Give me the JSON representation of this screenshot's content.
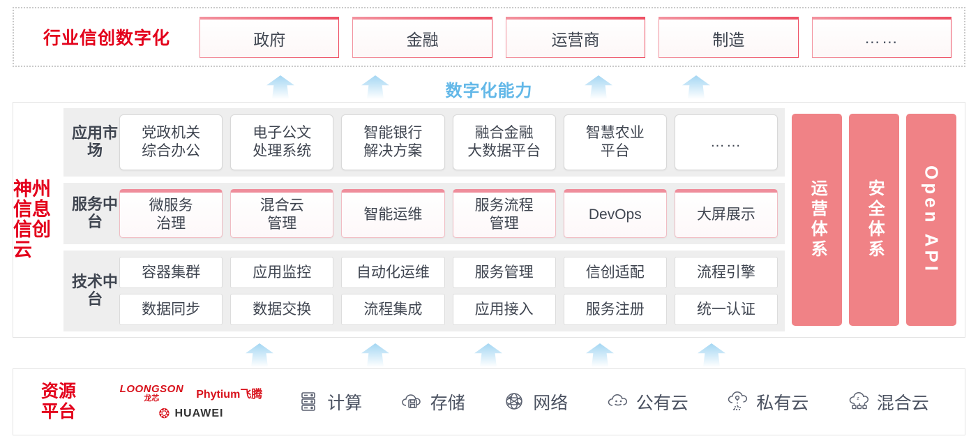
{
  "industry": {
    "title": "行业信创数字化",
    "boxes": [
      {
        "label": "政府",
        "name": "industry-box-government"
      },
      {
        "label": "金融",
        "name": "industry-box-finance"
      },
      {
        "label": "运营商",
        "name": "industry-box-carrier"
      },
      {
        "label": "制造",
        "name": "industry-box-manufacturing"
      },
      {
        "label": "……",
        "name": "industry-box-more"
      }
    ]
  },
  "capability": {
    "label": "数字化能力",
    "arrow_color": "#9fd4f2"
  },
  "cloud": {
    "title": "神州信息信创云",
    "rows": [
      {
        "label": "应用市场",
        "cells": [
          {
            "line1": "党政机关",
            "line2": "综合办公"
          },
          {
            "line1": "电子公文",
            "line2": "处理系统"
          },
          {
            "line1": "智能银行",
            "line2": "解决方案"
          },
          {
            "line1": "融合金融",
            "line2": "大数据平台"
          },
          {
            "line1": "智慧农业",
            "line2": "平台"
          },
          {
            "line1": "……",
            "line2": ""
          }
        ]
      },
      {
        "label": "服务中台",
        "cells": [
          {
            "line1": "微服务",
            "line2": "治理"
          },
          {
            "line1": "混合云",
            "line2": "管理"
          },
          {
            "line1": "智能运维",
            "line2": ""
          },
          {
            "line1": "服务流程",
            "line2": "管理"
          },
          {
            "line1": "DevOps",
            "line2": ""
          },
          {
            "line1": "大屏展示",
            "line2": ""
          }
        ]
      },
      {
        "label": "技术中台",
        "top_cells": [
          "容器集群",
          "应用监控",
          "自动化运维",
          "服务管理",
          "信创适配",
          "流程引擎"
        ],
        "bottom_cells": [
          "数据同步",
          "数据交换",
          "流程集成",
          "应用接入",
          "服务注册",
          "统一认证"
        ]
      }
    ],
    "pillars": [
      {
        "label": "运营体系",
        "type": "cn",
        "name": "pillar-operations-system"
      },
      {
        "label": "安全体系",
        "type": "cn",
        "name": "pillar-security-system"
      },
      {
        "label": "Open API",
        "type": "en",
        "name": "pillar-open-api"
      }
    ],
    "pillar_color": "#f08286"
  },
  "resource": {
    "title_line1": "资源",
    "title_line2": "平台",
    "logos": {
      "loongson_en": "LOONGSON",
      "loongson_cn": "龙芯",
      "phytium": "Phytium飞腾",
      "huawei": "HUAWEI"
    },
    "items": [
      {
        "label": "计算",
        "icon": "server-icon"
      },
      {
        "label": "存储",
        "icon": "cloud-storage-icon"
      },
      {
        "label": "网络",
        "icon": "network-mesh-icon"
      },
      {
        "label": "公有云",
        "icon": "public-cloud-icon"
      },
      {
        "label": "私有云",
        "icon": "private-cloud-icon"
      },
      {
        "label": "混合云",
        "icon": "hybrid-cloud-icon"
      }
    ]
  }
}
